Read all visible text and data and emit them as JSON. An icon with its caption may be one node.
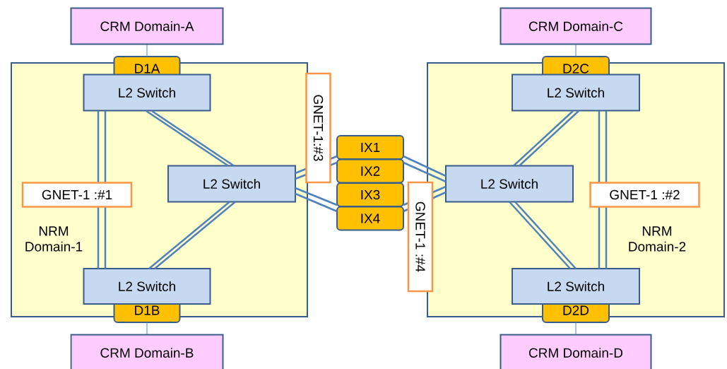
{
  "diagram": {
    "nodes": [
      {
        "text": [
          "CRM Domain-A"
        ]
      },
      {
        "text": [
          "CRM Domain-C"
        ]
      },
      {
        "text": [
          "NRM Domain-1"
        ]
      },
      {
        "text": [
          "D1A"
        ]
      },
      {
        "text": [
          "L2 Switch"
        ],
        "in": 2
      },
      {
        "text": [
          "L2 Switch"
        ],
        "in": 2
      },
      {
        "text": [
          "L2 Switch"
        ],
        "in": 2
      },
      {
        "text": [
          "D1B"
        ]
      },
      {
        "text": [
          "NRM Domain-2"
        ]
      },
      {
        "text": [
          "D2C"
        ]
      },
      {
        "text": [
          "L2 Switch"
        ],
        "in": 8
      },
      {
        "text": [
          "L2 Switch"
        ],
        "in": 8
      },
      {
        "text": [
          "L2 Switch"
        ],
        "in": 8
      },
      {
        "text": [
          "D2D"
        ]
      },
      {
        "text": [
          "IX1"
        ]
      },
      {
        "text": [
          "IX2"
        ]
      },
      {
        "text": [
          "IX3"
        ]
      },
      {
        "text": [
          "IX4"
        ]
      },
      {
        "text": [
          "CRM Domain-B"
        ]
      },
      {
        "text": [
          "CRM Domain-D"
        ]
      }
    ],
    "edges": [
      {
        "from": 0,
        "to": 3,
        "arrow": "none"
      },
      {
        "from": 1,
        "to": 9,
        "arrow": "none"
      },
      {
        "from": 4,
        "to": 6,
        "arrow": "none"
      },
      {
        "from": 4,
        "to": 6,
        "label": "GNET-1 :#1",
        "arrow": "none"
      },
      {
        "from": 4,
        "to": 5,
        "arrow": "none"
      },
      {
        "from": 4,
        "to": 5,
        "arrow": "none"
      },
      {
        "from": 5,
        "to": 6,
        "arrow": "none"
      },
      {
        "from": 5,
        "to": 6,
        "arrow": "none"
      },
      {
        "from": 10,
        "to": 12,
        "arrow": "none"
      },
      {
        "from": 10,
        "to": 12,
        "label": "GNET-1 :#2",
        "arrow": "none"
      },
      {
        "from": 10,
        "to": 11,
        "arrow": "none"
      },
      {
        "from": 10,
        "to": 11,
        "arrow": "none"
      },
      {
        "from": 11,
        "to": 12,
        "arrow": "none"
      },
      {
        "from": 11,
        "to": 12,
        "arrow": "none"
      },
      {
        "from": 5,
        "to": 14,
        "label": "GNET-1:#3",
        "arrow": "none"
      },
      {
        "from": 5,
        "to": 15,
        "arrow": "none"
      },
      {
        "from": 5,
        "to": 16,
        "arrow": "none"
      },
      {
        "from": 5,
        "to": 17,
        "arrow": "none"
      },
      {
        "from": 14,
        "to": 11,
        "arrow": "none"
      },
      {
        "from": 15,
        "to": 11,
        "arrow": "none"
      },
      {
        "from": 16,
        "to": 11,
        "arrow": "none"
      },
      {
        "from": 17,
        "to": 11,
        "label": "GNET-1 :#4",
        "arrow": "none"
      },
      {
        "from": 18,
        "to": 7,
        "arrow": "none"
      },
      {
        "from": 19,
        "to": 13,
        "arrow": "none"
      }
    ]
  }
}
